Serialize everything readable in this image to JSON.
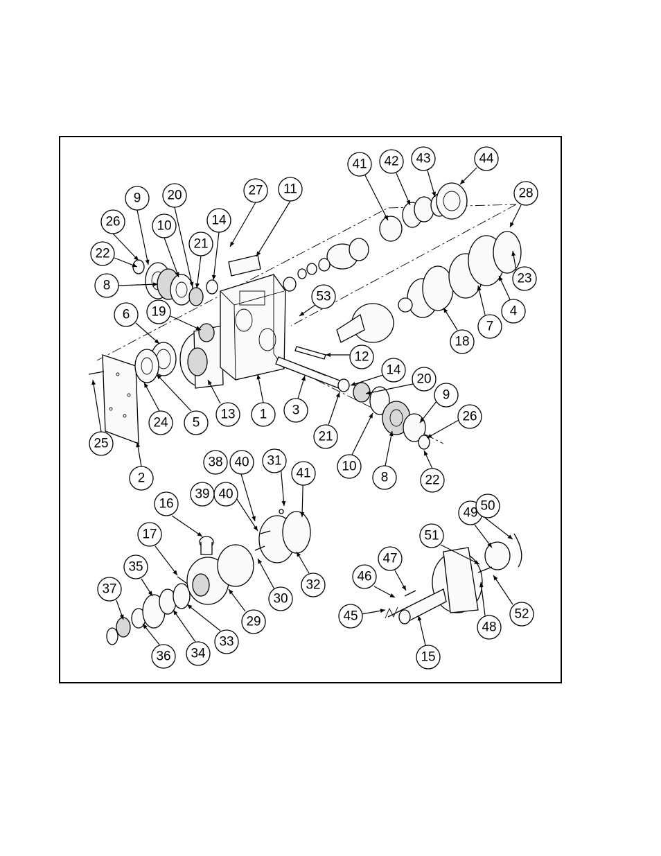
{
  "callouts": [
    {
      "label": "9"
    },
    {
      "label": "20"
    },
    {
      "label": "27"
    },
    {
      "label": "11"
    },
    {
      "label": "26"
    },
    {
      "label": "10"
    },
    {
      "label": "14"
    },
    {
      "label": "21"
    },
    {
      "label": "22"
    },
    {
      "label": "8"
    },
    {
      "label": "19"
    },
    {
      "label": "6"
    },
    {
      "label": "53"
    },
    {
      "label": "12"
    },
    {
      "label": "24"
    },
    {
      "label": "5"
    },
    {
      "label": "13"
    },
    {
      "label": "1"
    },
    {
      "label": "3"
    },
    {
      "label": "25"
    },
    {
      "label": "2"
    },
    {
      "label": "41"
    },
    {
      "label": "42"
    },
    {
      "label": "43"
    },
    {
      "label": "44"
    },
    {
      "label": "28"
    },
    {
      "label": "23"
    },
    {
      "label": "4"
    },
    {
      "label": "7"
    },
    {
      "label": "18"
    },
    {
      "label": "14"
    },
    {
      "label": "20"
    },
    {
      "label": "21"
    },
    {
      "label": "10"
    },
    {
      "label": "8"
    },
    {
      "label": "9"
    },
    {
      "label": "26"
    },
    {
      "label": "22"
    },
    {
      "label": "38"
    },
    {
      "label": "40"
    },
    {
      "label": "31"
    },
    {
      "label": "41"
    },
    {
      "label": "39"
    },
    {
      "label": "40"
    },
    {
      "label": "16"
    },
    {
      "label": "17"
    },
    {
      "label": "35"
    },
    {
      "label": "37"
    },
    {
      "label": "30"
    },
    {
      "label": "32"
    },
    {
      "label": "29"
    },
    {
      "label": "33"
    },
    {
      "label": "34"
    },
    {
      "label": "36"
    },
    {
      "label": "49"
    },
    {
      "label": "50"
    },
    {
      "label": "51"
    },
    {
      "label": "47"
    },
    {
      "label": "46"
    },
    {
      "label": "45"
    },
    {
      "label": "52"
    },
    {
      "label": "48"
    },
    {
      "label": "15"
    }
  ]
}
